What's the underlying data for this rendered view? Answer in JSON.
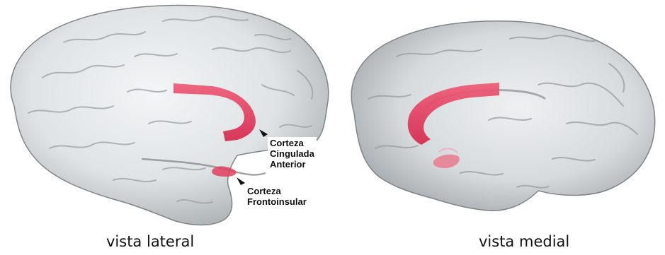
{
  "annotations": {
    "acc": {
      "lines": [
        "Corteza",
        "Cingulada",
        "Anterior"
      ]
    },
    "fic": {
      "lines": [
        "Corteza",
        "Frontoinsular"
      ]
    }
  },
  "captions": {
    "lateral": "vista lateral",
    "medial": "vista medial"
  },
  "colors": {
    "highlight": "#e23a5a",
    "brain": "#e6e9ea",
    "brain_shadow": "#8e9397"
  }
}
